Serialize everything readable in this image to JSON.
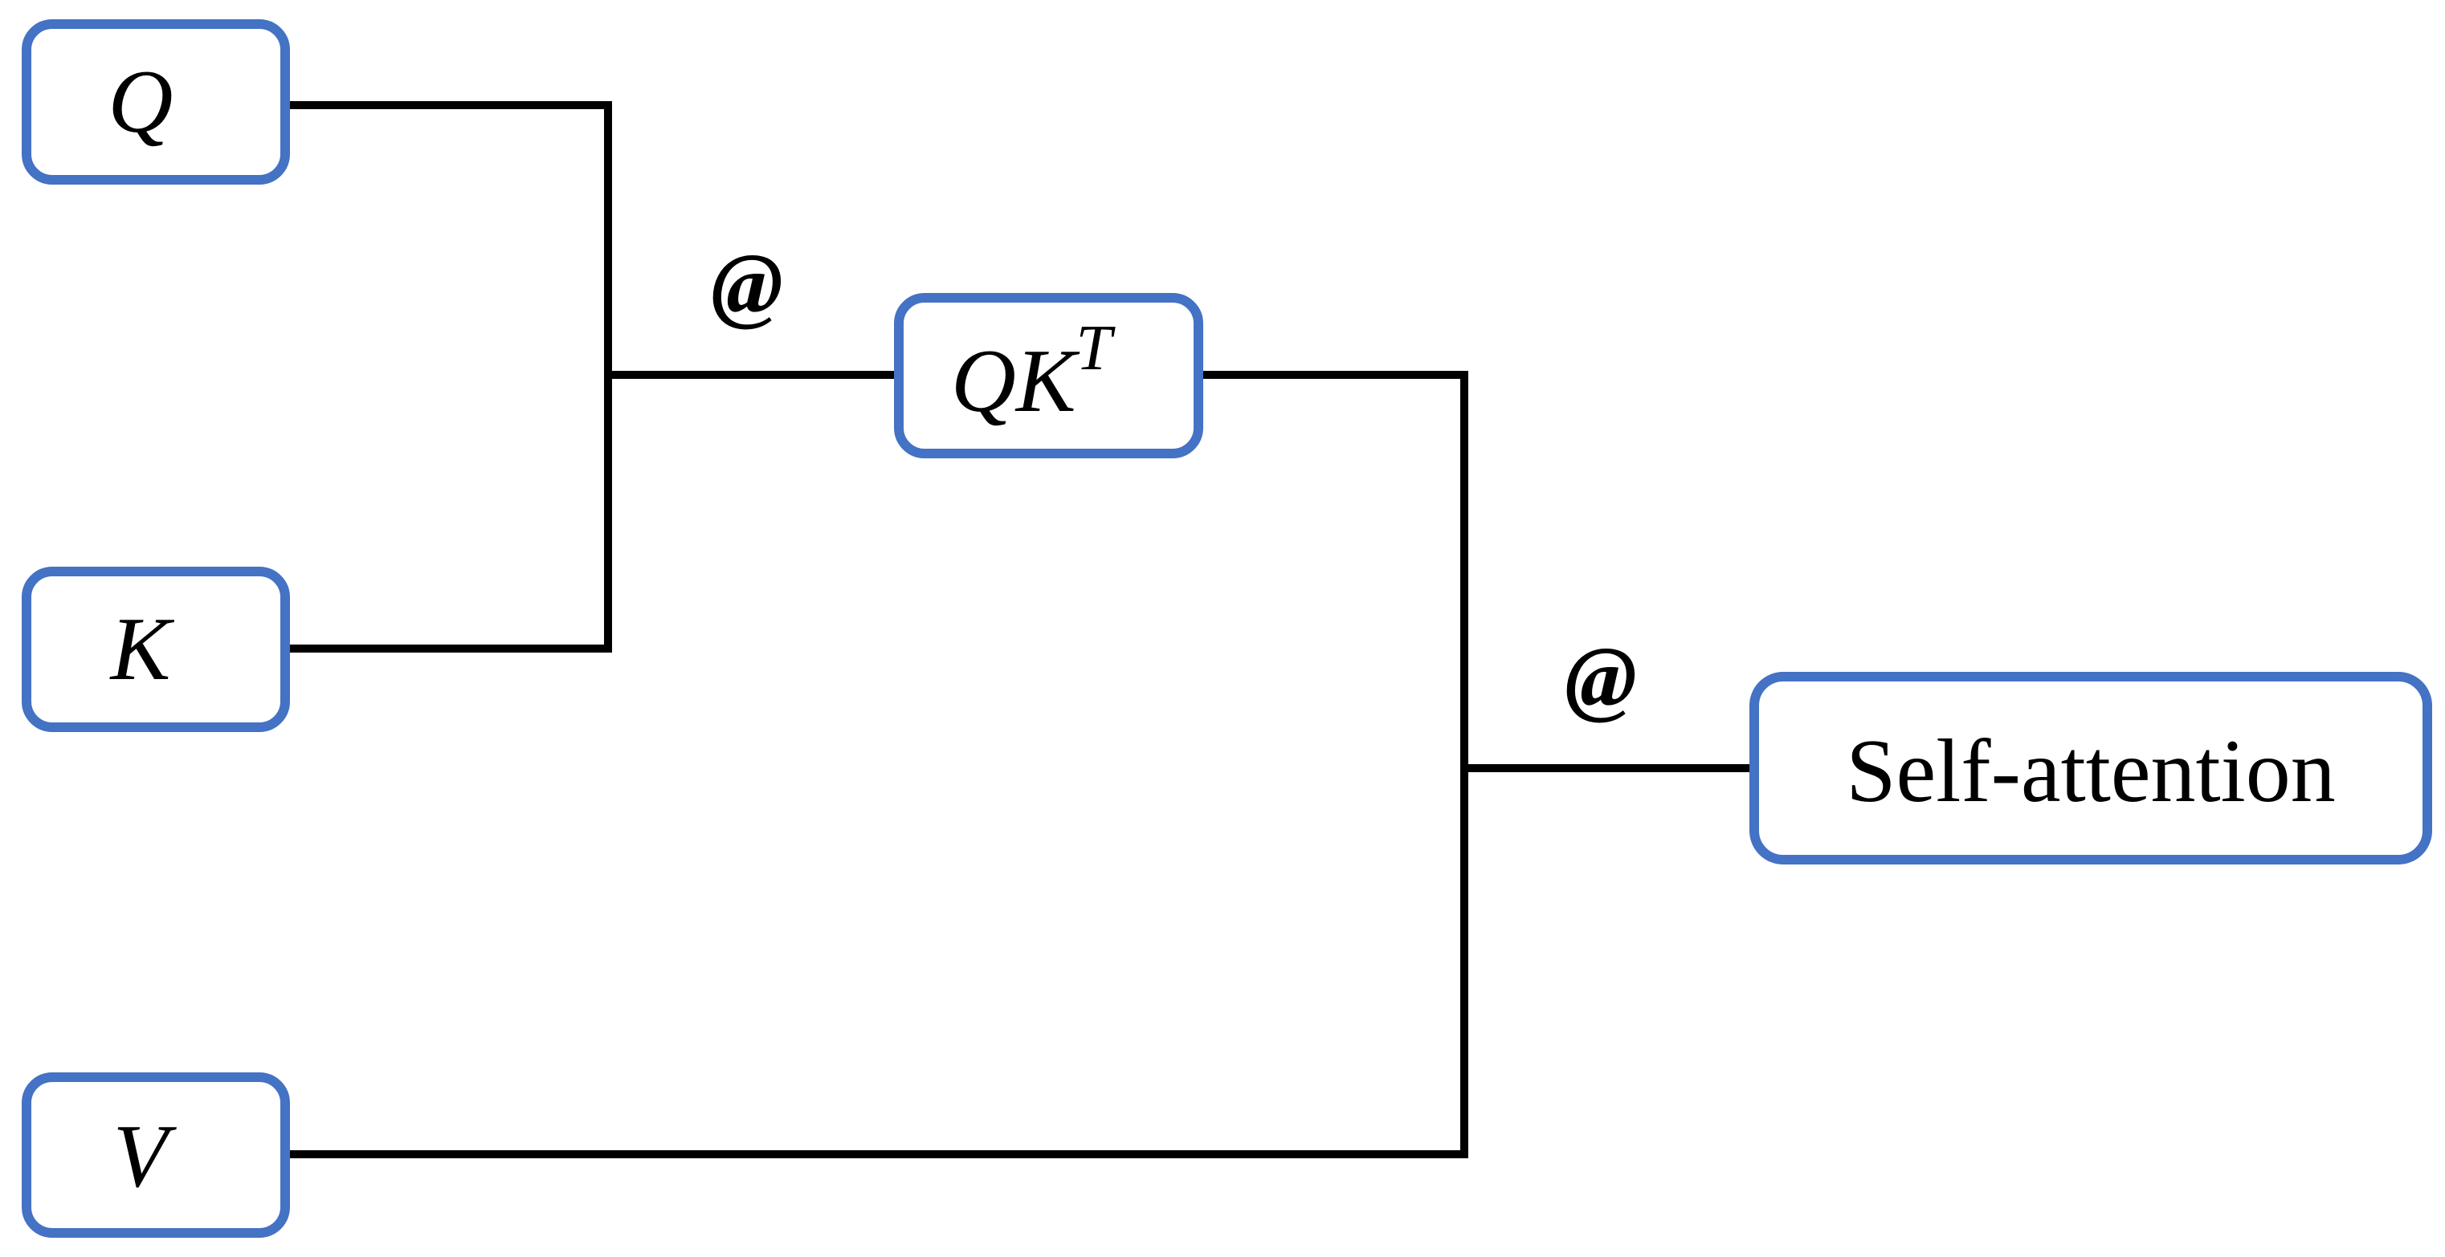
{
  "colors": {
    "box_border": "#4472C4",
    "line": "#000000",
    "background": "#ffffff"
  },
  "nodes": {
    "q": {
      "label": "Q"
    },
    "k": {
      "label": "K"
    },
    "v": {
      "label": "V"
    },
    "qkt": {
      "base": "QK",
      "superscript": "T"
    },
    "self_attention": {
      "label": "Self-attention"
    }
  },
  "operators": {
    "matmul_qk": "@",
    "matmul_v": "@"
  }
}
